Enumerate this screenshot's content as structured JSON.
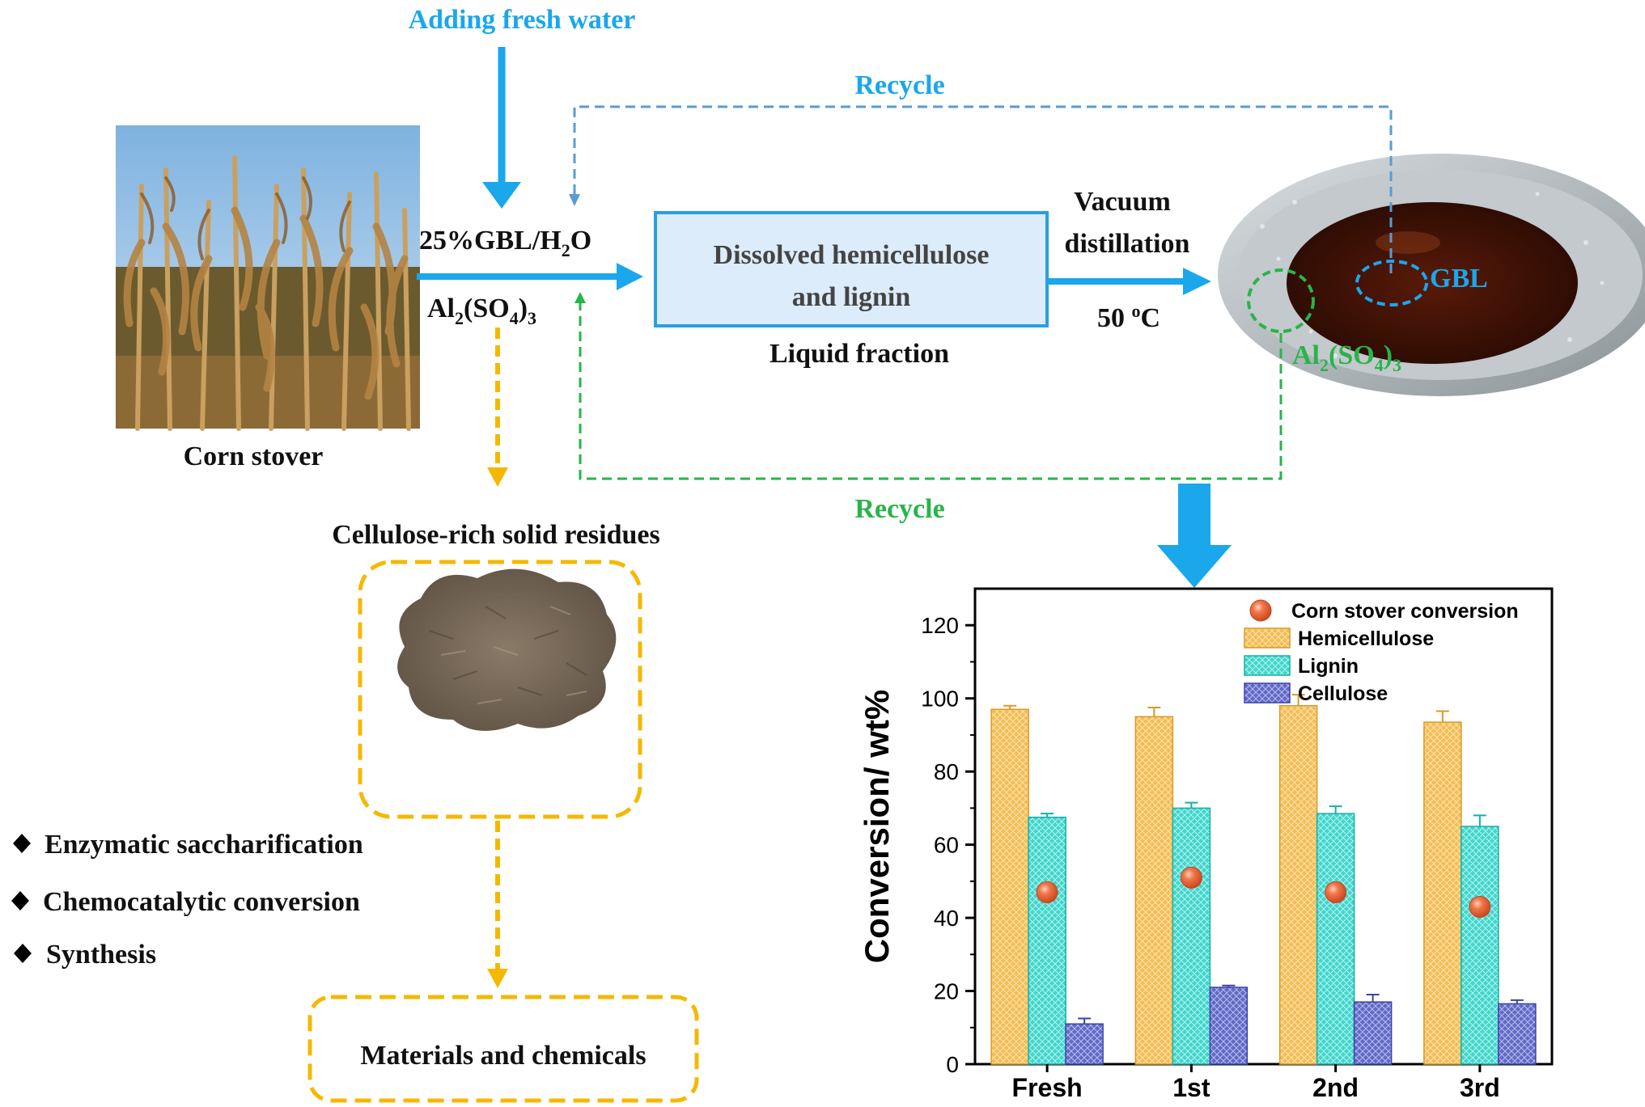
{
  "labels": {
    "adding_fresh_water": "Adding fresh water",
    "recycle_top": "Recycle",
    "recycle_bottom": "Recycle",
    "solvent": "25%GBL/H",
    "solvent_sub": "2",
    "solvent_tail": "O",
    "salt_al": "Al",
    "salt_sub1": "2",
    "salt_so": "(SO",
    "salt_sub2": "4",
    "salt_close": ")",
    "salt_sub3": "3",
    "process_box_line1": "Dissolved hemicellulose",
    "process_box_line2": "and lignin",
    "liquid_fraction": "Liquid fraction",
    "vacuum": "Vacuum",
    "distillation": "distillation",
    "temp_value": "50 ",
    "temp_sup": "o",
    "temp_unit": "C",
    "gbl": "GBL",
    "corn_stover": "Corn stover",
    "cellulose_residues": "Cellulose-rich solid residues",
    "materials": "Materials and chemicals",
    "bullets": [
      "Enzymatic saccharification",
      "Chemocatalytic conversion",
      "Synthesis"
    ]
  },
  "colors": {
    "blue": "#1aa7ec",
    "dashed_blue": "#5b9bd5",
    "green": "#2ab34a",
    "orange": "#f5b800",
    "box_fill": "#dcecfb",
    "box_stroke": "#2a9fe0"
  },
  "chart_data": {
    "type": "bar",
    "categories": [
      "Fresh",
      "1st",
      "2nd",
      "3rd"
    ],
    "ylabel": "Conversion/ wt%",
    "ylim": [
      0,
      130
    ],
    "yticks": [
      0,
      20,
      40,
      60,
      80,
      100,
      120
    ],
    "series": [
      {
        "name": "Hemicellulose",
        "color": "#f2b94a",
        "values": [
          97,
          95,
          98,
          93.5
        ],
        "errors": [
          1,
          2.5,
          3,
          3
        ]
      },
      {
        "name": "Lignin",
        "color": "#2fd4c8",
        "values": [
          67.5,
          70,
          68.5,
          65
        ],
        "errors": [
          1,
          1.5,
          2,
          3
        ]
      },
      {
        "name": "Cellulose",
        "color": "#5a62c4",
        "values": [
          11,
          21,
          17,
          16.5
        ],
        "errors": [
          1.5,
          0.5,
          2,
          1
        ]
      }
    ],
    "scatter": {
      "name": "Corn stover conversion",
      "color": "#ee6a3e",
      "values": [
        47,
        51,
        47,
        43
      ]
    },
    "legend_position": "top-right"
  }
}
